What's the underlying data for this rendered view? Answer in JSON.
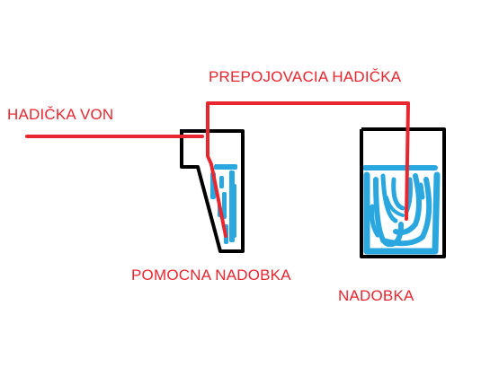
{
  "labels": {
    "outlet_tube": "HADIČKA VON",
    "connecting_tube": "PREPOJOVACIA HADIČKA",
    "auxiliary_container": "POMOCNA NADOBKA",
    "container": "NADOBKA"
  },
  "colors": {
    "tube": "#e8262f",
    "label": "#e8262f",
    "container_outline": "#000000",
    "water": "#2aa7df",
    "background": "#ffffff"
  }
}
